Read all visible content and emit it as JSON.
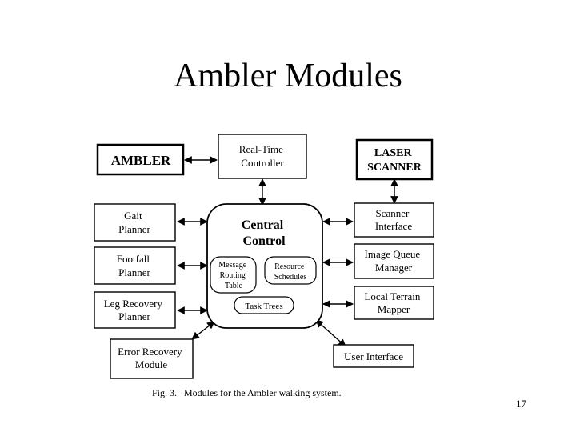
{
  "slide": {
    "title": "Ambler Modules",
    "page_number": "17"
  },
  "figure": {
    "caption": "Fig. 3.   Modules for the Ambler walking system.",
    "nodes": {
      "ambler": [
        "AMBLER"
      ],
      "realtime": [
        "Real-Time",
        "Controller"
      ],
      "laser": [
        "LASER",
        "SCANNER"
      ],
      "gait": [
        "Gait",
        "Planner"
      ],
      "footfall": [
        "Footfall",
        "Planner"
      ],
      "legrecovery": [
        "Leg Recovery",
        "Planner"
      ],
      "errorrecovery": [
        "Error Recovery",
        "Module"
      ],
      "central": [
        "Central",
        "Control"
      ],
      "message": [
        "Message",
        "Routing",
        "Table"
      ],
      "resource": [
        "Resource",
        "Schedules"
      ],
      "tasktrees": [
        "Task Trees"
      ],
      "scanner": [
        "Scanner",
        "Interface"
      ],
      "imagequeue": [
        "Image Queue",
        "Manager"
      ],
      "terrain": [
        "Local Terrain",
        "Mapper"
      ],
      "ui": [
        "User Interface"
      ]
    }
  }
}
